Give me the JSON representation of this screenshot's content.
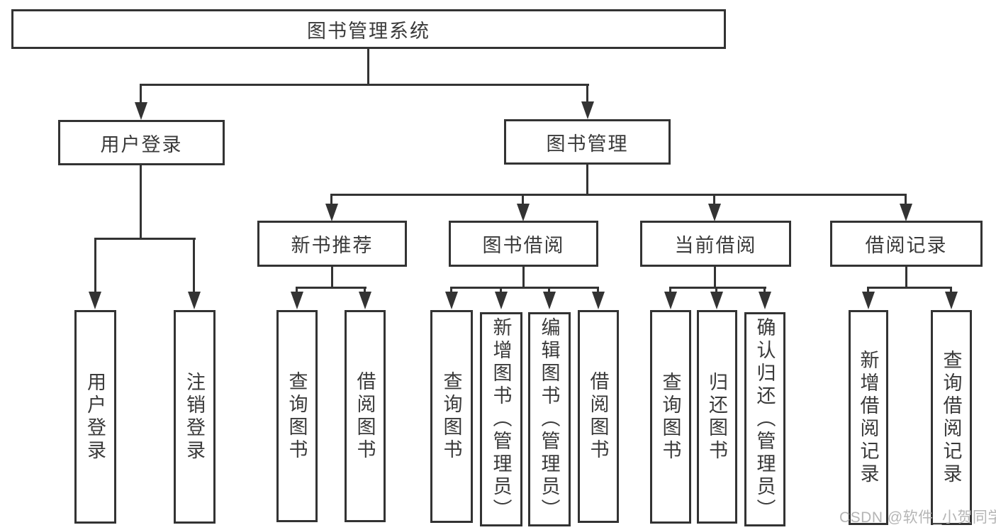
{
  "colors": {
    "line": "#333333",
    "text": "#3a3a3a",
    "wm": "#b5b5b5",
    "bg": "#ffffff"
  },
  "tree": {
    "root": "图书管理系统",
    "branches": [
      {
        "label": "用户登录",
        "children": [
          "用户登录",
          "注销登录"
        ]
      },
      {
        "label": "图书管理",
        "groups": [
          {
            "label": "新书推荐",
            "children": [
              "查询图书",
              "借阅图书"
            ]
          },
          {
            "label": "图书借阅",
            "children": [
              "查询图书",
              "新增图书（管理员）",
              "编辑图书（管理员）",
              "借阅图书"
            ]
          },
          {
            "label": "当前借阅",
            "children": [
              "查询图书",
              "归还图书",
              "确认归还（管理员）"
            ]
          },
          {
            "label": "借阅记录",
            "children": [
              "新增借阅记录",
              "查询借阅记录"
            ]
          }
        ]
      }
    ]
  },
  "watermark": {
    "text": "CSDN @软件_小贺同学"
  }
}
